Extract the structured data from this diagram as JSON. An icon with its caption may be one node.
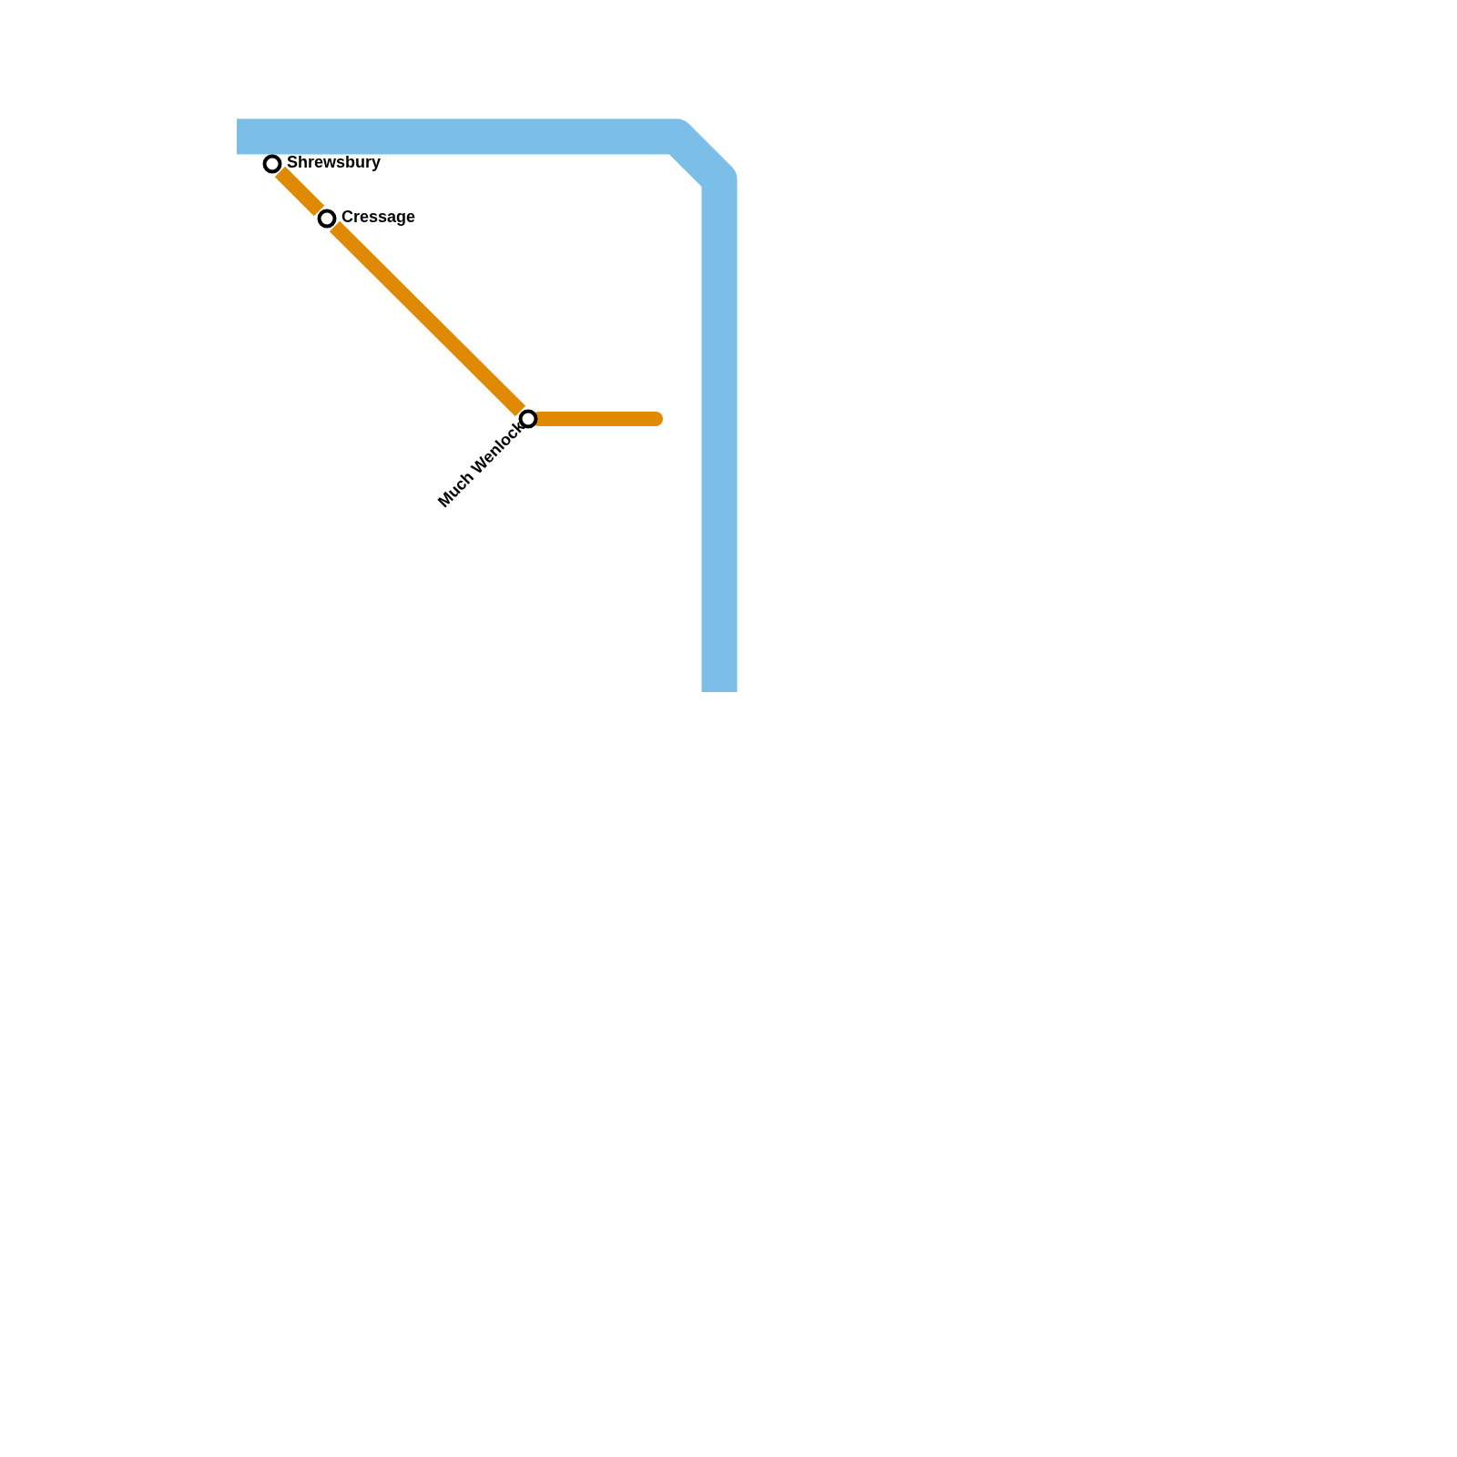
{
  "diagram": {
    "nodes": [
      {
        "text": [
          "Shrewsbury"
        ]
      },
      {
        "text": [
          "Cressage"
        ]
      },
      {
        "text": [
          "Much Wenlock"
        ]
      }
    ],
    "edges": [
      {
        "from": 0,
        "to": 1,
        "arrow": "none"
      },
      {
        "from": 1,
        "to": 2,
        "arrow": "none"
      },
      {
        "from": 2,
        "to": null,
        "arrow": "none"
      }
    ]
  }
}
